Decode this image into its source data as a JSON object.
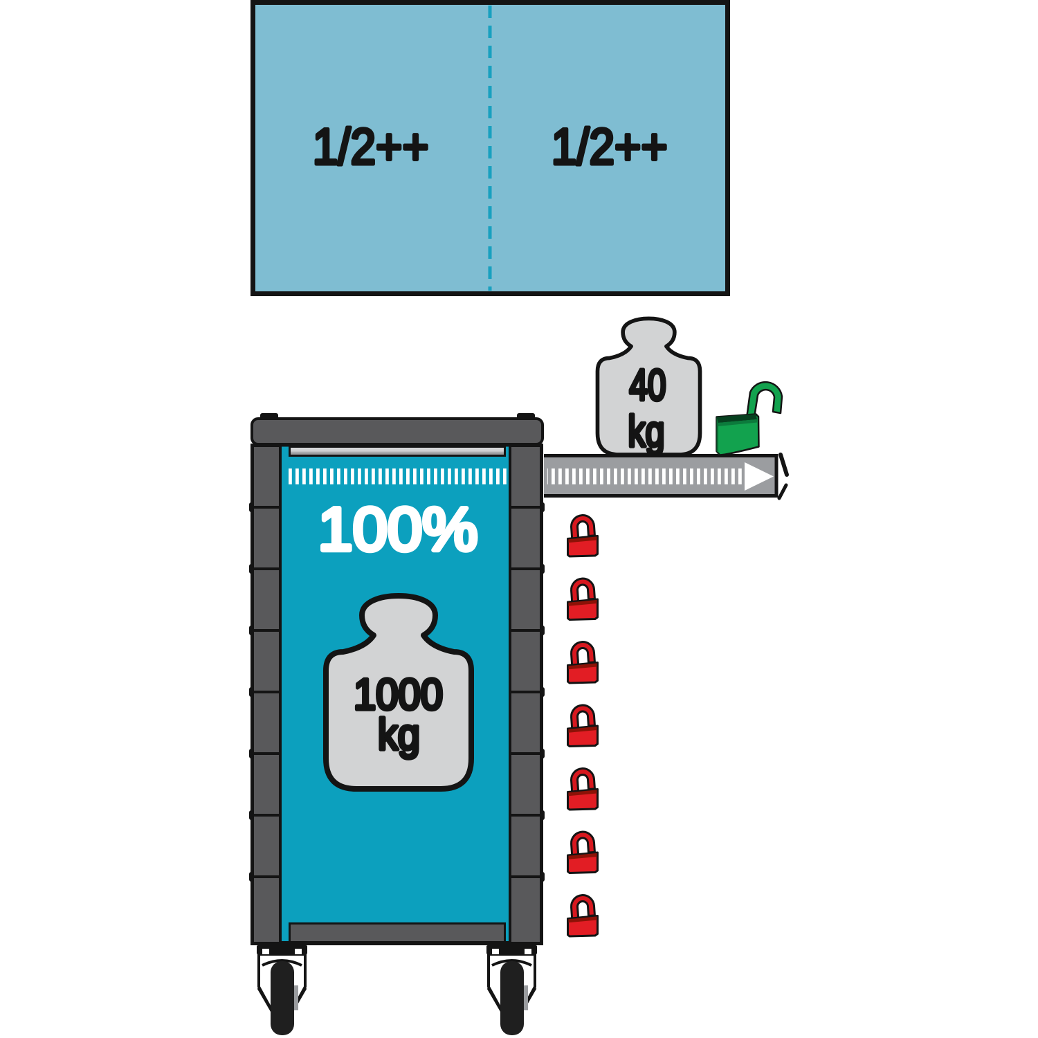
{
  "figure": {
    "description": "Tool trolley load capacity pictogram",
    "drawer_top_view": {
      "left_label": "1/2++",
      "right_label": "1/2++",
      "fill_color": "#7FBDD2",
      "divider_color": "#17A0BF"
    },
    "trolley": {
      "load_percent_label": "100%",
      "max_load_value": "1000",
      "max_load_unit": "kg",
      "panel_color": "#0CA0BE",
      "frame_color": "#59595B",
      "side_bumper_segments": 8,
      "casters_count": 2
    },
    "extended_drawer": {
      "load_value": "40",
      "load_unit": "kg",
      "fill_color": "#9B9DA0",
      "arrow_direction": "right"
    },
    "locks": {
      "open_lock_color": "#12A24E",
      "closed_lock_color": "#E21D24",
      "closed_locks_count": 7
    }
  }
}
